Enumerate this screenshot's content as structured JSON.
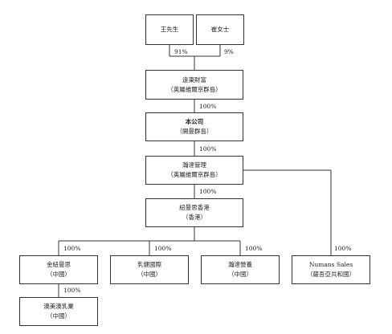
{
  "nodes": {
    "wang": {
      "name": "王先生"
    },
    "cui": {
      "name": "崔女士"
    },
    "yuandong": {
      "name": "遠東財富",
      "sub": "（英屬維爾京群島）"
    },
    "company": {
      "name": "本公司",
      "sub": "（開曼群島）"
    },
    "handa_mgmt": {
      "name": "瀚達管理",
      "sub": "（英屬維爾京群島）"
    },
    "niuman_hk": {
      "name": "紐曼思香港",
      "sub": "（香港）"
    },
    "jinniu": {
      "name": "金紐曼思",
      "sub": "（中國）"
    },
    "rujian": {
      "name": "乳健國際",
      "sub": "（中國）"
    },
    "handa_nutrition": {
      "name": "瀚達營養",
      "sub": "（中國）"
    },
    "numans_sales": {
      "name": "Numans Sales",
      "sub": "（薩吾亞共和國）"
    },
    "aomei": {
      "name": "澳美澳乳業",
      "sub": "（中國）"
    }
  },
  "edges": {
    "wang_yuandong": "91%",
    "cui_yuandong": "9%",
    "yuandong_company": "100%",
    "company_handa": "100%",
    "handa_niuman": "100%",
    "niuman_jinniu": "100%",
    "niuman_rujian": "100%",
    "niuman_handa_nutrition": "100%",
    "handa_numans": "100%",
    "jinniu_aomei": "100%"
  }
}
